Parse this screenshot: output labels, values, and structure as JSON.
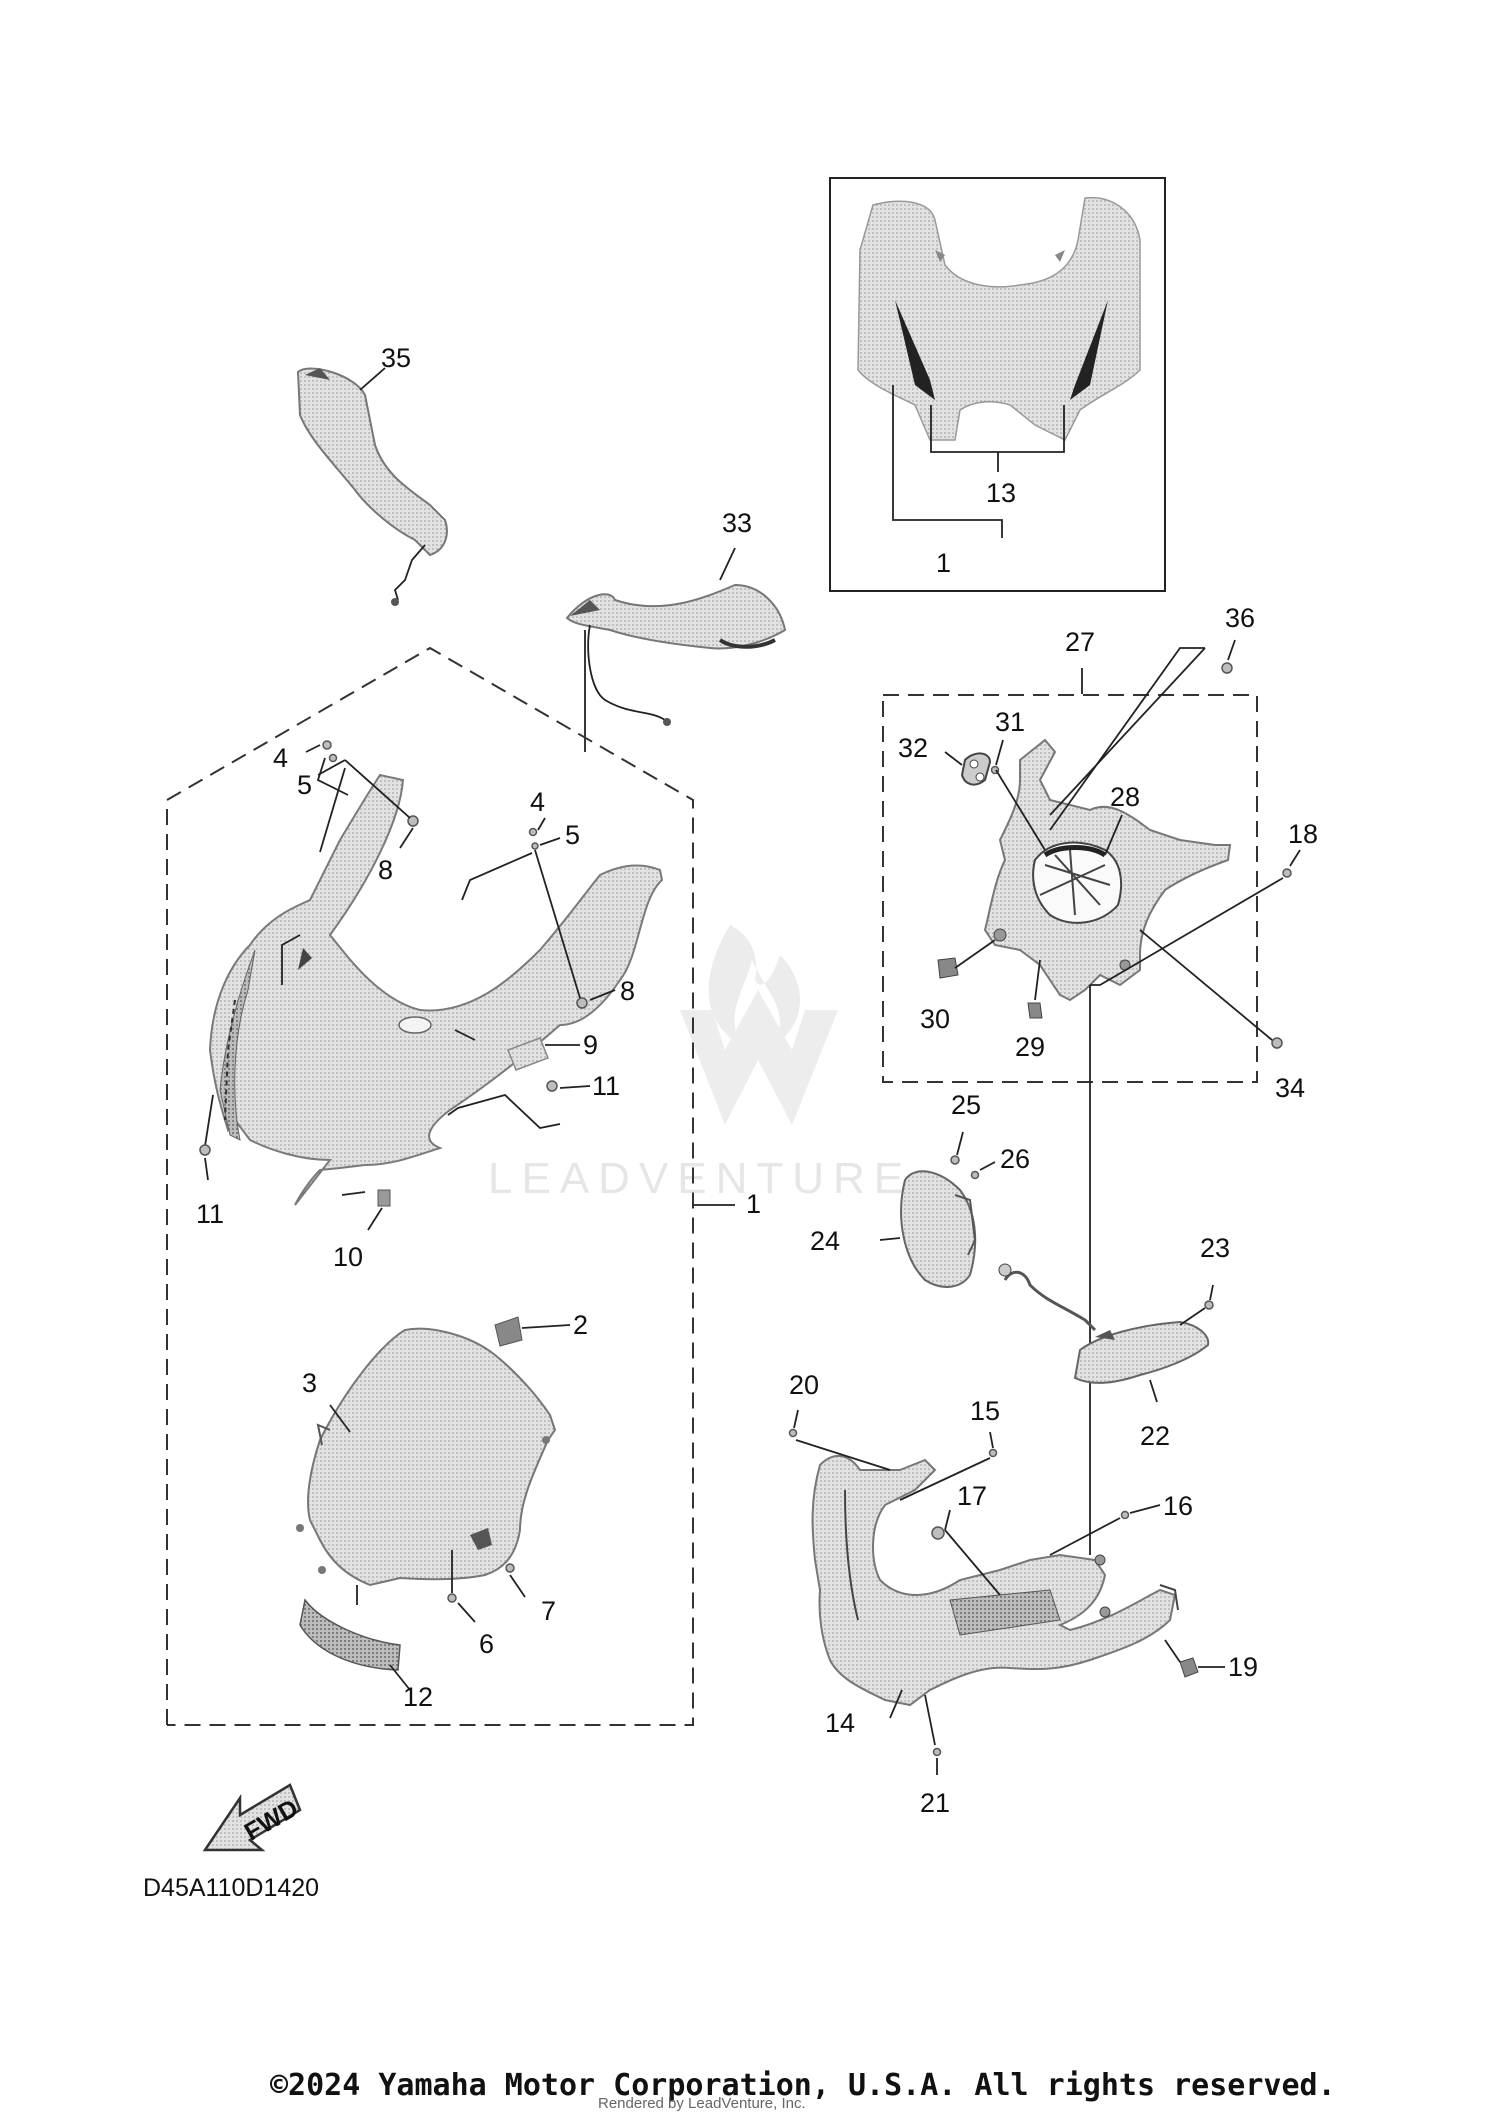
{
  "callouts": {
    "c1_inset": "1",
    "c13": "13",
    "c35": "35",
    "c33": "33",
    "c27": "27",
    "c36": "36",
    "c32": "32",
    "c31": "31",
    "c28": "28",
    "c18": "18",
    "c30": "30",
    "c29": "29",
    "c34": "34",
    "c4a": "4",
    "c5a": "5",
    "c8a": "8",
    "c4b": "4",
    "c5b": "5",
    "c8b": "8",
    "c9": "9",
    "c11a": "11",
    "c11b": "11",
    "c10": "10",
    "c1_main": "1",
    "c2": "2",
    "c3": "3",
    "c7": "7",
    "c6": "6",
    "c12": "12",
    "c25": "25",
    "c26": "26",
    "c24": "24",
    "c23": "23",
    "c22": "22",
    "c20": "20",
    "c15": "15",
    "c17": "17",
    "c16": "16",
    "c19": "19",
    "c14": "14",
    "c21": "21"
  },
  "fwd_label": "FWD",
  "diagram_code": "D45A110D1420",
  "watermark": "LEADVENTURE",
  "copyright": "©2024 Yamaha Motor Corporation, U.S.A. All rights reserved.",
  "rendered_by": "Rendered by LeadVenture, Inc."
}
